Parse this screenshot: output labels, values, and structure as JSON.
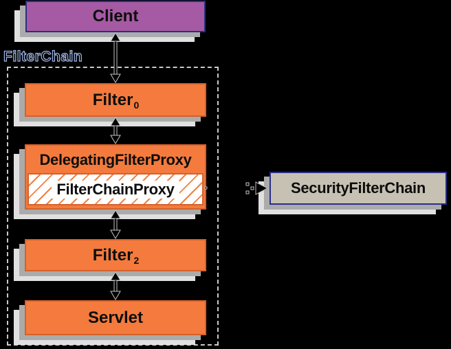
{
  "title": "FilterChain architecture diagram",
  "colors": {
    "bg": "#000000",
    "purple": "#a55aa3",
    "navy": "#2b2e88",
    "orange": "#f47b3d",
    "orange-dark": "#d4612c",
    "hatch": "#f08040",
    "tan": "#c7c1b3",
    "shadow1": "#ababab",
    "shadow2": "#e0e0e0",
    "dash": "#c9c9c9",
    "stroke": "#c4c4c4",
    "halo": "#9db4e4",
    "text": "#0d0d0d"
  },
  "nodes": {
    "client": {
      "label": "Client"
    },
    "filter_chain_group": {
      "label": "FilterChain"
    },
    "filter0": {
      "base": "Filter",
      "subscript": "0"
    },
    "delegating_filter_proxy": {
      "label": "DelegatingFilterProxy"
    },
    "filter_chain_proxy": {
      "label": "FilterChainProxy"
    },
    "filter2": {
      "base": "Filter",
      "subscript": "2"
    },
    "servlet": {
      "label": "Servlet"
    },
    "security_filter_chain": {
      "label": "SecurityFilterChain"
    }
  },
  "connectors": [
    {
      "between": [
        "Client",
        "Filter0"
      ],
      "style": "double-headed-arrow"
    },
    {
      "between": [
        "Filter0",
        "DelegatingFilterProxy"
      ],
      "style": "double-headed-arrow"
    },
    {
      "between": [
        "DelegatingFilterProxy",
        "Filter2"
      ],
      "style": "double-headed-arrow"
    },
    {
      "between": [
        "Filter2",
        "Servlet"
      ],
      "style": "double-headed-arrow"
    },
    {
      "from": "FilterChainProxy",
      "to": "SecurityFilterChain",
      "style": "dashed-arrow-right"
    }
  ]
}
